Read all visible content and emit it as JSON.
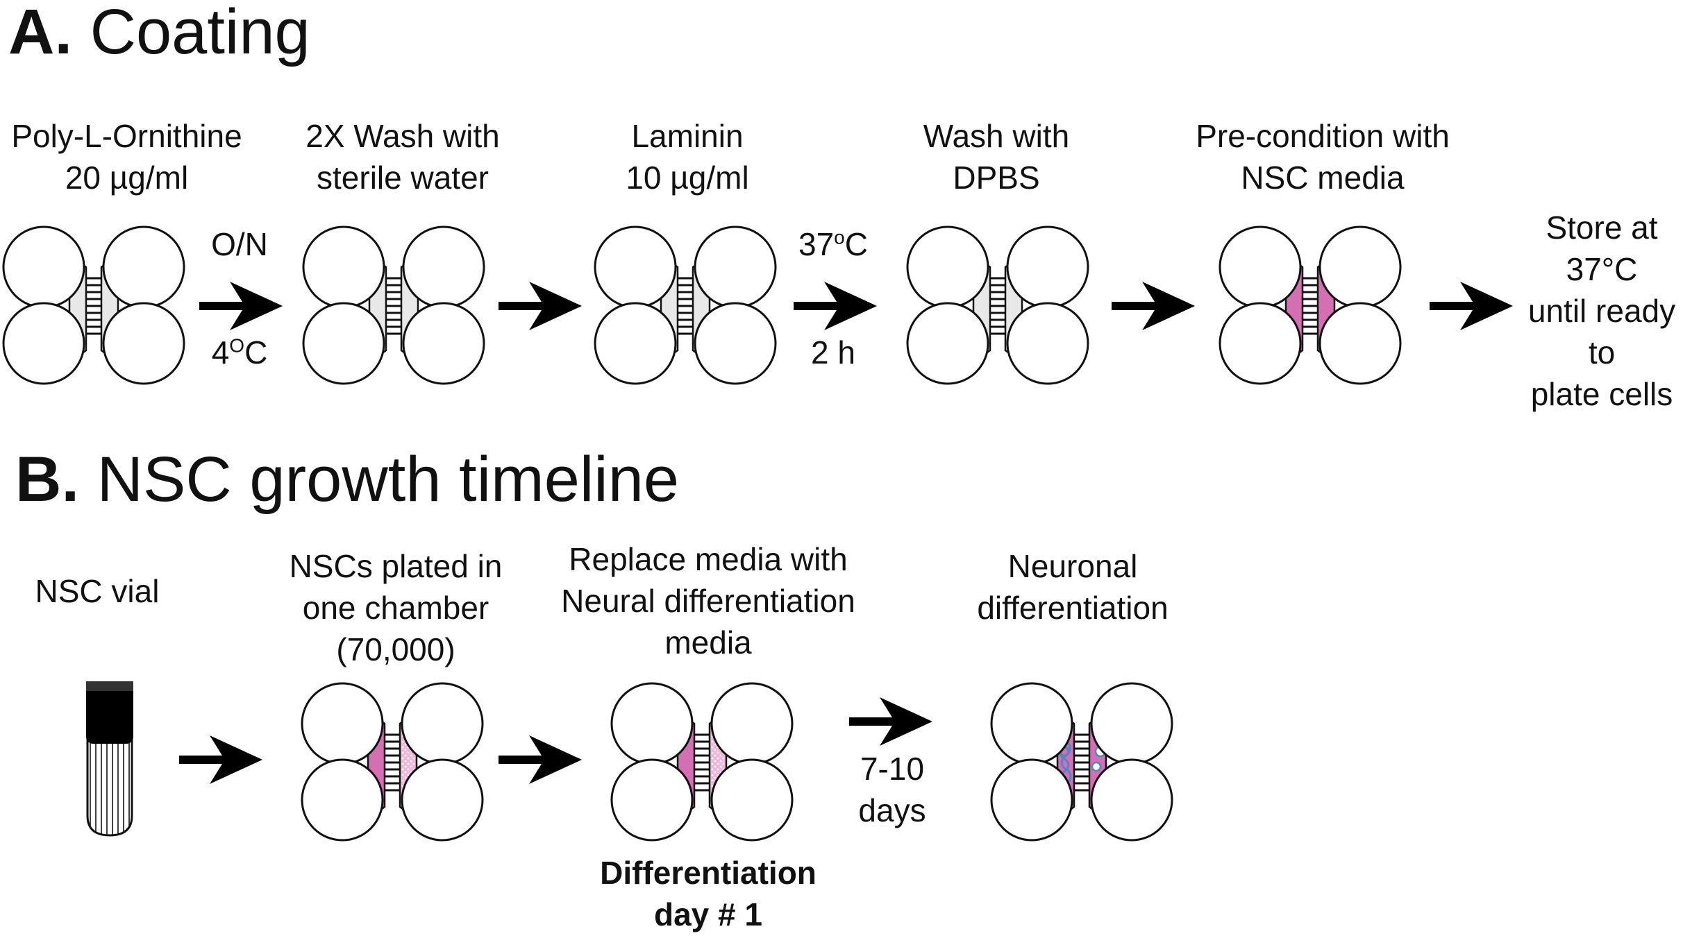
{
  "panel_a": {
    "letter": "A.",
    "title": "Coating",
    "steps": [
      {
        "line1": "Poly-L-Ornithine",
        "line2": "20 µg/ml"
      },
      {
        "line1": "2X Wash with",
        "line2": "sterile water"
      },
      {
        "line1": "Laminin",
        "line2": "10 µg/ml"
      },
      {
        "line1": "Wash with",
        "line2": "DPBS"
      },
      {
        "line1": "Pre-condition with",
        "line2": "NSC media"
      }
    ],
    "arrow1": {
      "top": "O/N",
      "bottom_base": "4",
      "bottom_sup": "O",
      "bottom_unit": "C"
    },
    "arrow3": {
      "top_base": "37",
      "top_sup": "o",
      "top_unit": "C",
      "bottom": "2 h"
    },
    "final": [
      "Store at",
      "37°C",
      "until ready",
      "to",
      "plate cells"
    ]
  },
  "panel_b": {
    "letter": "B.",
    "title": "NSC growth timeline",
    "vial_label": "NSC vial",
    "step2": [
      "NSCs plated in",
      "one chamber",
      "(70,000)"
    ],
    "step3": [
      "Replace media with",
      "Neural differentiation",
      "media"
    ],
    "step3_bottom": [
      "Differentiation",
      "day # 1"
    ],
    "arrow3": [
      "7-10",
      "days"
    ],
    "step4": [
      "Neuronal",
      "differentiation"
    ]
  },
  "colors": {
    "outline": "#111111",
    "chamber_empty": "#e8e8e8",
    "media_pink": "#d36fb2",
    "cells_pink_light": "#f2b6dc",
    "neuron_blue": "#4a88c7",
    "tube_cap": "#000000"
  },
  "icons": [
    "chamber-slide-icon",
    "arrow-right-icon",
    "tube-icon"
  ]
}
